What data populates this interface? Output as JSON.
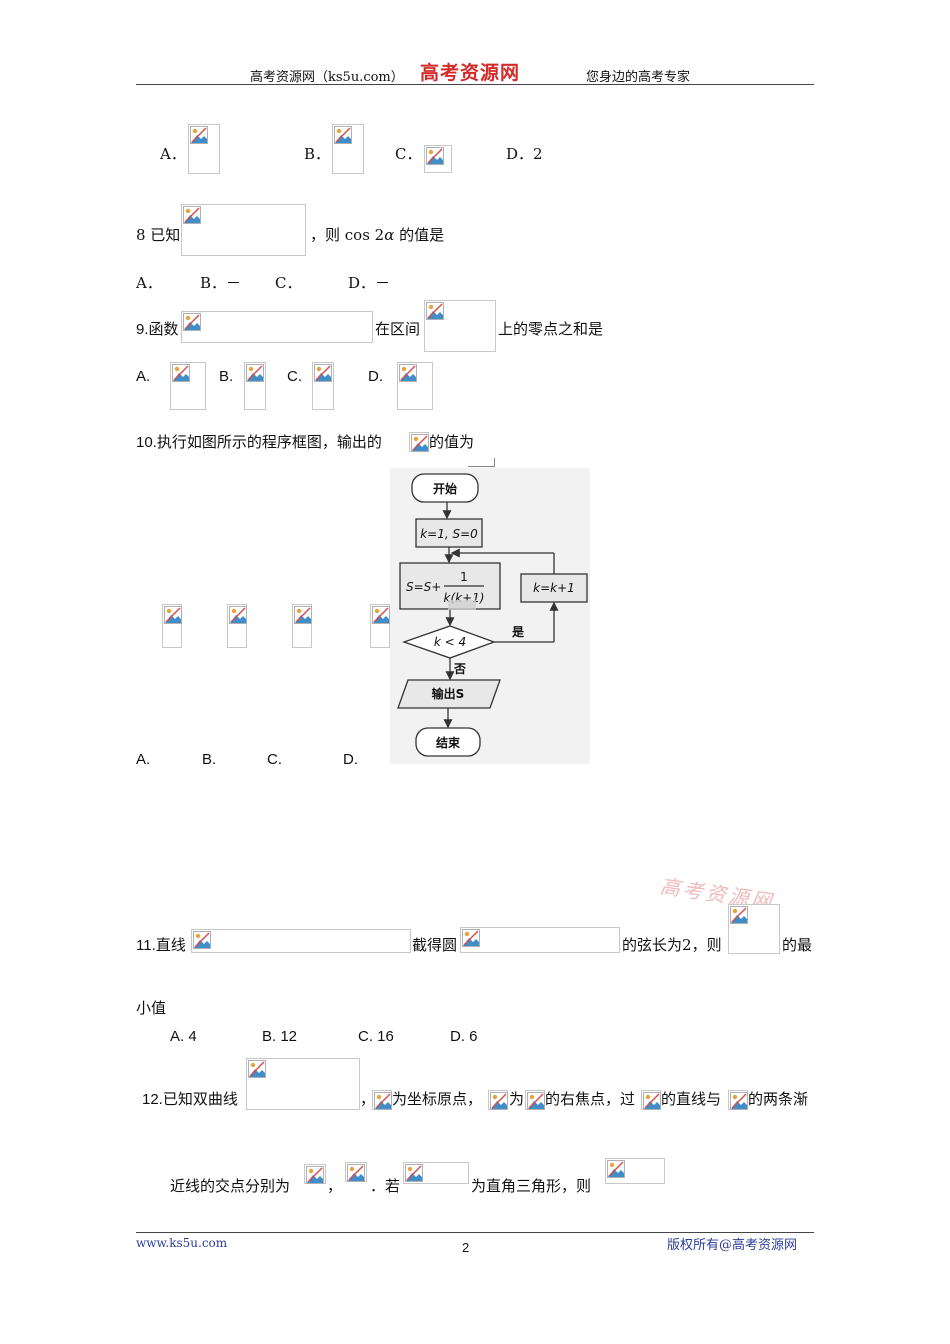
{
  "header": {
    "left": "高考资源网（ks5u.com）",
    "logo": "高考资源网",
    "right": "您身边的高考专家"
  },
  "q7": {
    "A": "A．",
    "B": "B．",
    "C": "C．",
    "D": "D．2"
  },
  "q8": {
    "num": "8 已知",
    "tail_pre": "，则 cos 2",
    "alpha": "α",
    "tail_post": " 的值是",
    "A": "A．",
    "B": "B．－",
    "C": "C．",
    "D": "D．－"
  },
  "q9": {
    "num": "9.函数",
    "mid": "在区间",
    "tail": "上的零点之和是",
    "A": "A.",
    "B": "B.",
    "C": "C.",
    "D": "D."
  },
  "q10": {
    "stem_pre": "10.执行如图所示的程序框图，输出的",
    "stem_post": "的值为",
    "A": "A.",
    "B": "B.",
    "C": "C.",
    "D": "D."
  },
  "flowchart": {
    "start": "开始",
    "init": "k=1, S=0",
    "update_left": "S=S+",
    "update_num": "1",
    "update_den": "k(k+1)",
    "inc": "k=k+1",
    "cond": "k < 4",
    "yes": "是",
    "no": "否",
    "output": "输出S",
    "end": "结束"
  },
  "watermark": "高考资源网",
  "q11": {
    "num": "11.直线",
    "mid": "截得圆",
    "mid2": "的弦长为",
    "two": "2",
    "mid3": "，则",
    "tail": "的最",
    "line2": "小值",
    "A": "A. 4",
    "B": "B. 12",
    "C": "C. 16",
    "D": "D. 6"
  },
  "q12": {
    "num": "12.已知双曲线",
    "comma1": "，",
    "t1": "为坐标原点，",
    "t2": "为",
    "t3": "的右焦点，过",
    "t4": "的直线与",
    "t5": "的两条渐",
    "line2_a": "近线的交点分别为",
    "line2_b": "，",
    "line2_c": "．若",
    "line2_d": "为直角三角形，则"
  },
  "footer": {
    "left": "www.ks5u.com",
    "page": "2",
    "right": "版权所有@高考资源网"
  }
}
